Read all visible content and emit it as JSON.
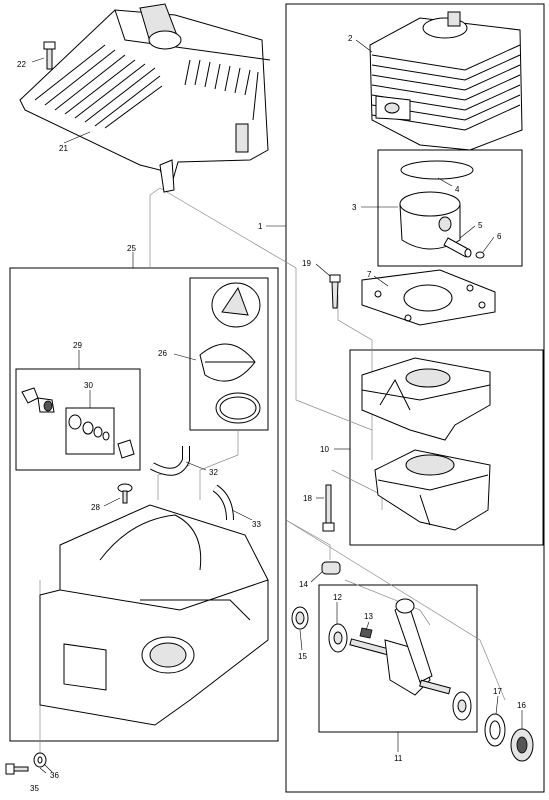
{
  "callouts": {
    "c1": "1",
    "c2": "2",
    "c3": "3",
    "c4": "4",
    "c5": "5",
    "c6": "6",
    "c7": "7",
    "c10": "10",
    "c11": "11",
    "c12": "12",
    "c13": "13",
    "c14": "14",
    "c15": "15",
    "c16": "16",
    "c17": "17",
    "c18": "18",
    "c19": "19",
    "c21": "21",
    "c22": "22",
    "c25": "25",
    "c26": "26",
    "c28": "28",
    "c29": "29",
    "c30": "30",
    "c32": "32",
    "c33": "33",
    "c35": "35",
    "c36": "36"
  }
}
